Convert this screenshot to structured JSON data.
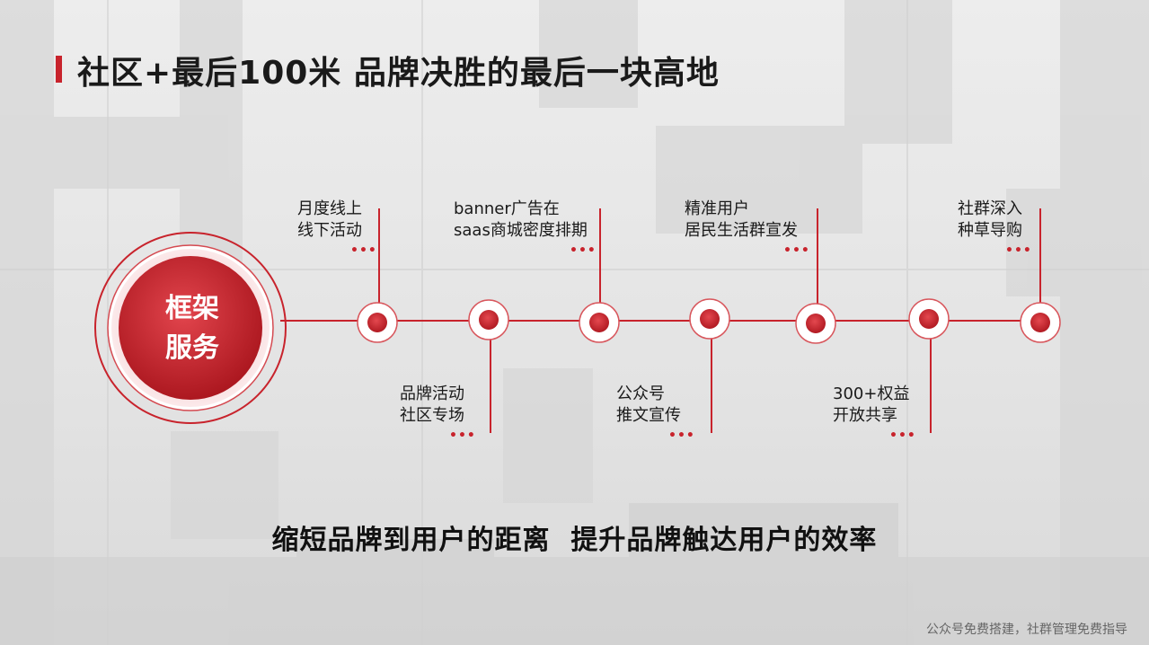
{
  "slide": {
    "title": "社区+最后100米 品牌决胜的最后一块高地",
    "center": {
      "line1": "框架",
      "line2": "服务"
    },
    "slogan": "缩短品牌到用户的距离  提升品牌触达用户的效率",
    "footer": "公众号免费搭建，社群管理免费指导",
    "colors": {
      "accent": "#c8232c",
      "accent_dark": "#a8141c",
      "text": "#1a1a1a"
    },
    "milestones": [
      {
        "line1": "月度线上",
        "line2": "线下活动",
        "position": "top"
      },
      {
        "line1": "品牌活动",
        "line2": "社区专场",
        "position": "bottom"
      },
      {
        "line1": "banner广告在",
        "line2": "saas商城密度排期",
        "position": "top"
      },
      {
        "line1": "公众号",
        "line2": "推文宣传",
        "position": "bottom"
      },
      {
        "line1": "精准用户",
        "line2": "居民生活群宣发",
        "position": "top"
      },
      {
        "line1": "300+权益",
        "line2": "开放共享",
        "position": "bottom"
      },
      {
        "line1": "社群深入",
        "line2": "种草导购",
        "position": "top"
      }
    ],
    "dots": "•••"
  }
}
